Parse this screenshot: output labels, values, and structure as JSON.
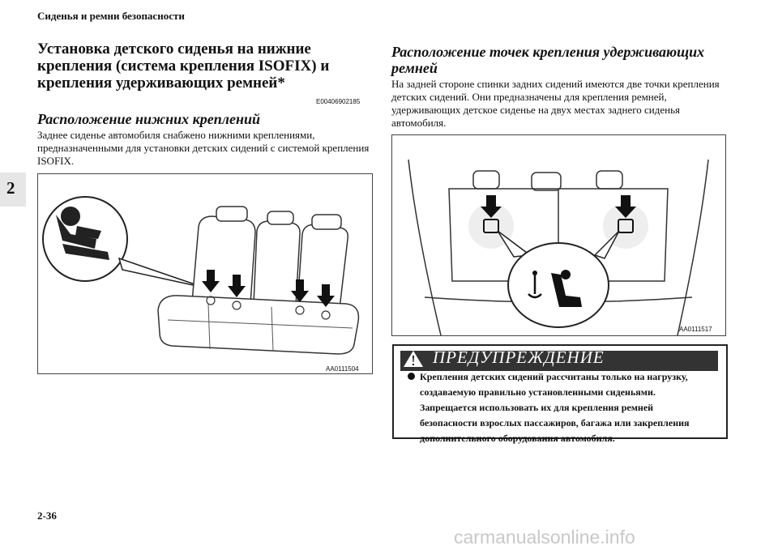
{
  "header": "Сиденья и ремни безопасности",
  "chapter_tab": "2",
  "section": {
    "title": "Установка детского сиденья на нижние крепления (система крепления ISOFIX) и крепления удерживающих ремней*",
    "code": "E00406902185"
  },
  "lower_anchors": {
    "heading": "Расположение нижних креплений",
    "text": "Заднее сиденье автомобиля снабжено нижними креплениями, предназначенными для установки детских сидений с системой крепления ISOFIX.",
    "figure_code": "AA0111504"
  },
  "tether_anchors": {
    "heading": "Расположение точек крепления удерживающих ремней",
    "text": "На задней стороне спинки задних сидений имеются две точки крепления детских сидений. Они предназначены для крепления ремней, удерживающих детское сиденье на двух местах заднего сиденья автомобиля.",
    "figure_code": "AA0111517"
  },
  "warning": {
    "title": "ПРЕДУПРЕЖДЕНИЕ",
    "text": "Крепления детских сидений рассчитаны только на нагрузку, создаваемую правильно установленными сиденьями. Запрещается использовать их для крепления ремней безопасности взрослых пассажиров, багажа или закрепления дополнительного оборудования автомобиля."
  },
  "page_number": "2-36",
  "watermark": "carmanualsonline.info"
}
